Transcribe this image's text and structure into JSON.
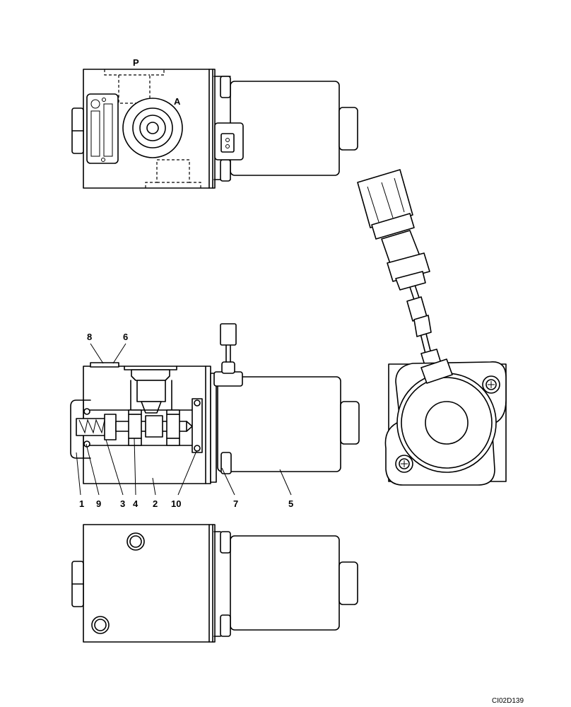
{
  "port_labels": {
    "p": "P",
    "a": "A"
  },
  "callouts": {
    "c1": "1",
    "c9": "9",
    "c3": "3",
    "c4": "4",
    "c2": "2",
    "c10": "10",
    "c7": "7",
    "c5": "5",
    "c8": "8",
    "c6": "6"
  },
  "drawing_code": "CI02D139"
}
